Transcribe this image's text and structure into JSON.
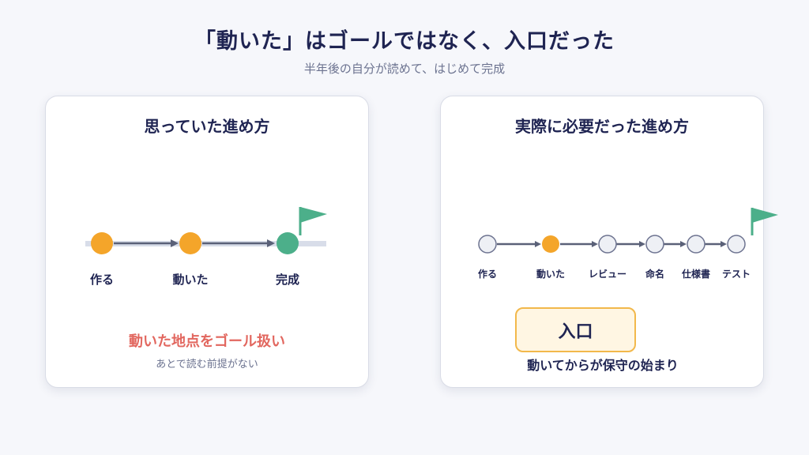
{
  "header": {
    "title": "「動いた」はゴールではなく、入口だった",
    "subtitle": "半年後の自分が読めて、はじめて完成"
  },
  "left_panel": {
    "title": "思っていた進め方",
    "steps": [
      "作る",
      "動いた",
      "完成"
    ],
    "warning": "動いた地点をゴール扱い",
    "note": "あとで読む前提がない"
  },
  "right_panel": {
    "title": "実際に必要だった進め方",
    "steps": [
      "作る",
      "動いた",
      "レビュー",
      "命名",
      "仕様書",
      "テスト"
    ],
    "entry_label": "入口",
    "caption": "動いてからが保守の始まり"
  },
  "colors": {
    "navy": "#1f2452",
    "orange": "#f4a52a",
    "green": "#4caf8a",
    "red": "#e2675f",
    "track": "#d8dde9",
    "gray_node": "#eef0f5"
  }
}
